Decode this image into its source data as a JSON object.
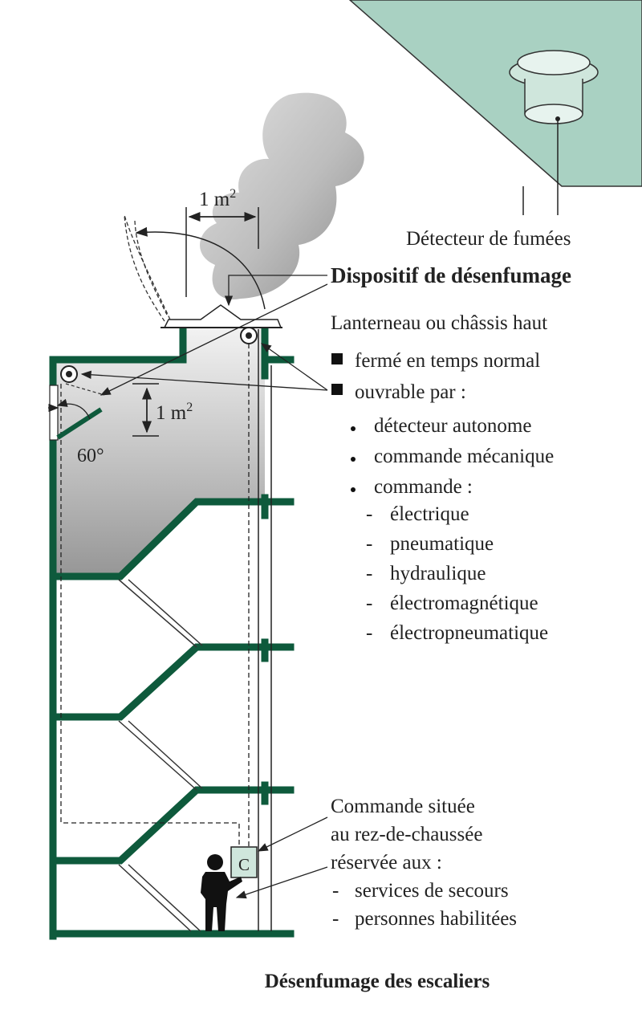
{
  "caption": "Désenfumage des escaliers",
  "smoke_detector": {
    "label": "Détecteur de fumées"
  },
  "device": {
    "title": "Dispositif de désenfumage",
    "subtitle": "Lanterneau ou châssis haut",
    "states": [
      "fermé en temps normal",
      "ouvrable par :"
    ],
    "openers": [
      "détecteur autonome",
      "commande mécanique",
      "commande :"
    ],
    "command_types": [
      "électrique",
      "pneumatique",
      "hydraulique",
      "électromagnétique",
      "électropneumatique"
    ]
  },
  "dimensions": {
    "top_area": "1 m",
    "top_area_exp": "2",
    "side_area": "1 m",
    "side_area_exp": "2",
    "angle": "60°"
  },
  "ground_control": {
    "symbol": "C",
    "lines": [
      "Commande située",
      "au rez-de-chaussée",
      "réservée aux :"
    ],
    "users": [
      "services de secours",
      "personnes habilitées"
    ]
  },
  "colors": {
    "structure": "#0e5a3c",
    "ceiling": "#a9d1c2",
    "detector": "#cfe6dc",
    "smoke": "#8e8e8e"
  }
}
